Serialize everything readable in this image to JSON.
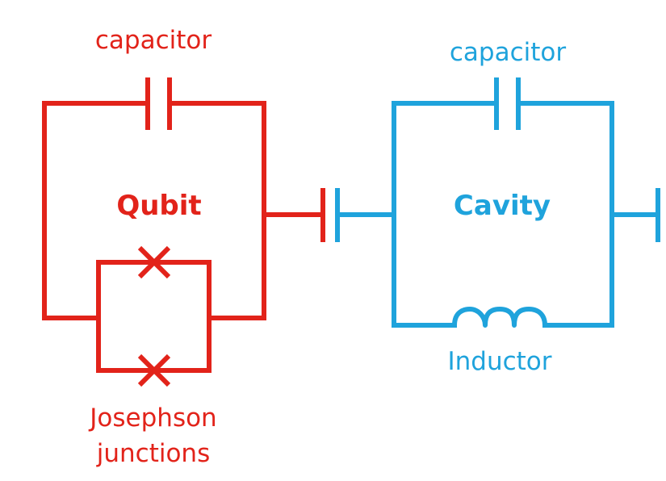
{
  "colors": {
    "qubit": "#e2231a",
    "cavity": "#1fa3dc",
    "background": "#ffffff"
  },
  "qubit": {
    "title": "Qubit",
    "capacitor_label": "capacitor",
    "junction_label_line1": "Josephson",
    "junction_label_line2": "junctions"
  },
  "cavity": {
    "title": "Cavity",
    "capacitor_label": "capacitor",
    "inductor_label": "Inductor"
  }
}
